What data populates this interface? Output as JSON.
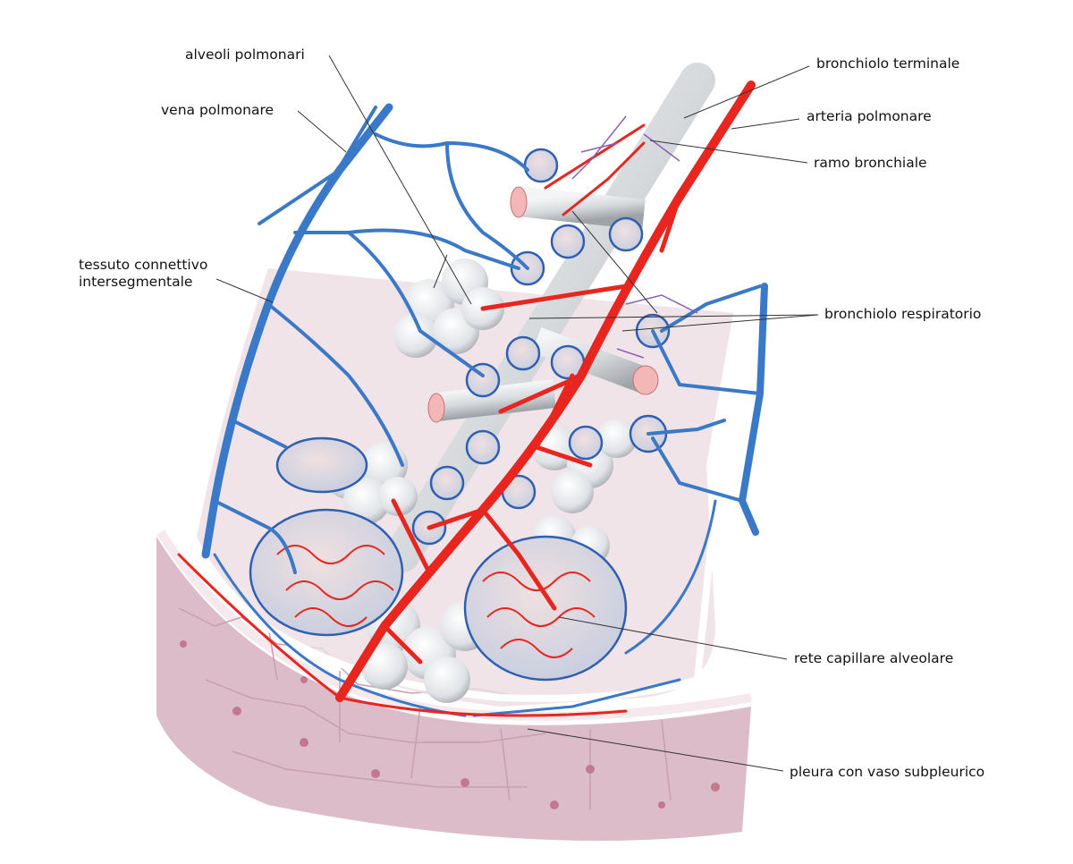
{
  "labels": {
    "alveoli_polmonari": "alveoli polmonari",
    "vena_polmonare": "vena polmonare",
    "tessuto_line1": "tessuto connettivo",
    "tessuto_line2": "intersegmentale",
    "bronchiolo_terminale": "bronchiolo terminale",
    "arteria_polmonare": "arteria polmonare",
    "ramo_bronchiale": "ramo bronchiale",
    "bronchiolo_respiratorio": "bronchiolo respiratorio",
    "rete_capillare": "rete capillare alveolare",
    "pleura": "pleura con vaso subpleurico"
  },
  "colors": {
    "vein": "#3a78c8",
    "artery": "#e8251e",
    "tissue": "#e9d3db",
    "pleura": "#d9b4c0",
    "alveolus": "#e4e6e9"
  }
}
